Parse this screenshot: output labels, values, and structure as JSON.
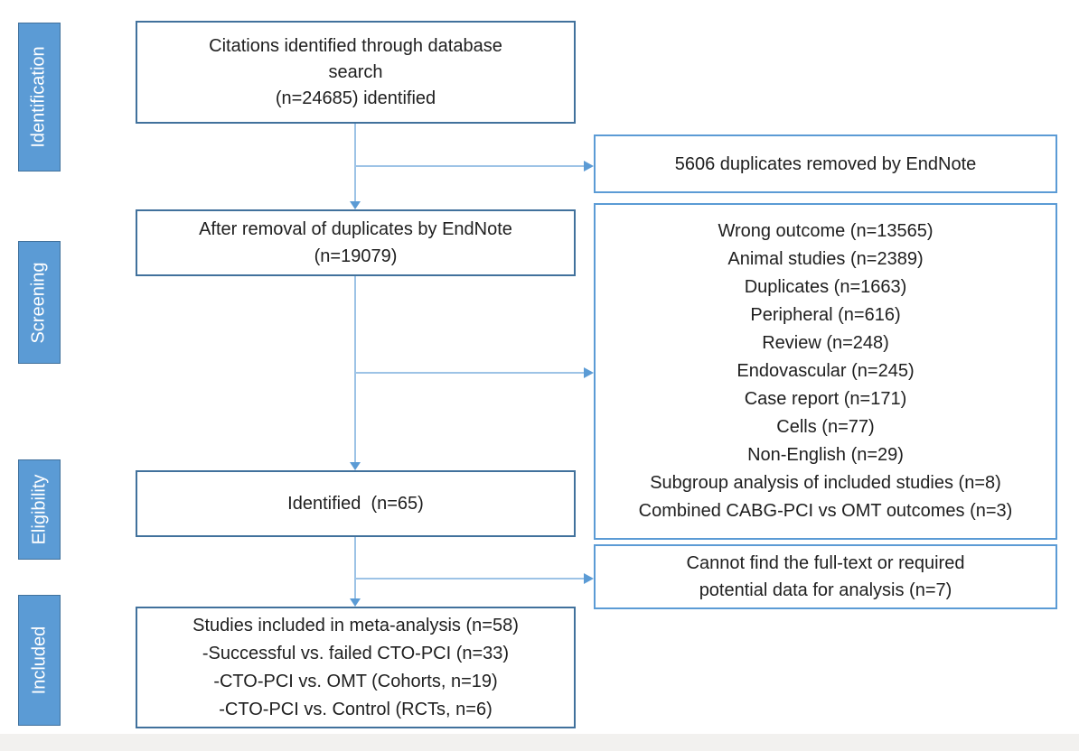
{
  "colors": {
    "stage-fill": "#5B9BD5",
    "stage-border": "#41719C",
    "stage-text": "#FFFFFF",
    "left-box-border": "#41719C",
    "right-box-border": "#5B9BD5",
    "arrow-line": "#9DC3E6",
    "arrow-head": "#5B9BD5",
    "footer-strip": "#F2F1EF"
  },
  "stages": {
    "identification": "Identification",
    "screening": "Screening",
    "eligibility": "Eligibility",
    "included": "Included"
  },
  "boxes": {
    "citations": {
      "lines": [
        "Citations identified through database",
        "search",
        "(n=24685) identified"
      ]
    },
    "duplicates_removed": {
      "lines": [
        "5606 duplicates removed by EndNote"
      ]
    },
    "after_removal": {
      "lines": [
        "After removal of duplicates by EndNote",
        "(n=19079)"
      ]
    },
    "exclusions": {
      "lines": [
        "Wrong outcome (n=13565)",
        "Animal studies (n=2389)",
        "Duplicates (n=1663)",
        "Peripheral (n=616)",
        "Review (n=248)",
        "Endovascular (n=245)",
        "Case report (n=171)",
        "Cells (n=77)",
        "Non-English (n=29)",
        "Subgroup analysis of included studies (n=8)",
        "Combined CABG-PCI vs OMT outcomes (n=3)"
      ]
    },
    "identified": {
      "lines": [
        "Identified  (n=65)"
      ]
    },
    "fulltext_missing": {
      "lines": [
        "Cannot find the full-text or required",
        "potential data for analysis (n=7)"
      ]
    },
    "included_studies": {
      "lines": [
        "Studies included in meta-analysis (n=58)",
        "-Successful vs. failed CTO-PCI (n=33)",
        "-CTO-PCI vs. OMT (Cohorts, n=19)",
        "-CTO-PCI vs. Control (RCTs, n=6)"
      ]
    }
  }
}
